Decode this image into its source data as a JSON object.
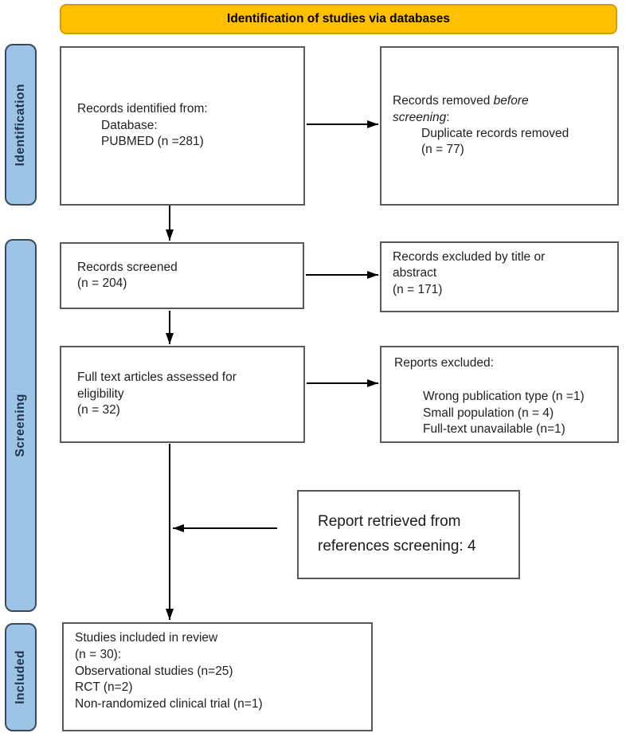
{
  "banner": {
    "label": "Identification of studies via databases"
  },
  "sidebar": {
    "identification": "Identification",
    "screening": "Screening",
    "included": "Included"
  },
  "boxes": {
    "records_identified": {
      "line1": "Records identified from:",
      "line2": "Database:",
      "line3": "PUBMED (n =281)"
    },
    "records_removed": {
      "line1_normal": "Records removed ",
      "line1_italic": "before",
      "line2_italic": "screening",
      "line2_colon": ":",
      "line3": "Duplicate records removed",
      "line4": "(n = 77)"
    },
    "records_screened": {
      "line1": "Records screened",
      "line2": "(n = 204)"
    },
    "records_excluded": {
      "line1": "Records excluded by title or",
      "line2": "abstract",
      "line3": "(n = 171)"
    },
    "fulltext_assessed": {
      "line1": "Full text articles assessed for",
      "line2": "eligibility",
      "line3": "(n = 32)"
    },
    "reports_excluded": {
      "heading": "Reports excluded:",
      "item1": "Wrong publication type (n =1)",
      "item2": "Small population (n = 4)",
      "item3": "Full-text unavailable (n=1)"
    },
    "report_retrieved": {
      "line1": "Report retrieved from",
      "line2": "references screening: 4"
    },
    "studies_included": {
      "line1": "Studies included in review",
      "line2": "(n = 30):",
      "line3": "Observational studies (n=25)",
      "line4": "RCT (n=2)",
      "line5": "Non-randomized clinical trial (n=1)"
    }
  },
  "colors": {
    "banner_fill": "#FFC000",
    "banner_border": "#D99B00",
    "ribbon_fill": "#9DC3E6",
    "ribbon_border": "#3B4A57",
    "box_border": "#595959",
    "arrow": "#000000"
  }
}
